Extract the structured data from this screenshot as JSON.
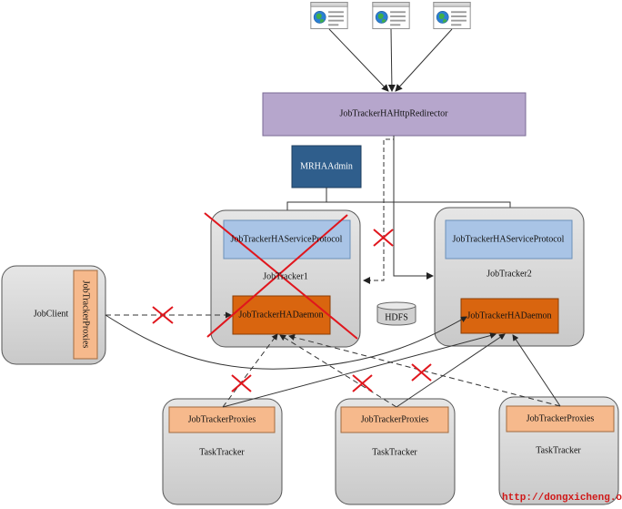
{
  "clients": [
    {
      "name": "web-browser-icon-1"
    },
    {
      "name": "web-browser-icon-2"
    },
    {
      "name": "web-browser-icon-3"
    }
  ],
  "redirector": {
    "label": "JobTrackerHAHttpRedirector",
    "color": "#b6a6cc"
  },
  "admin": {
    "label": "MRHAAdmin",
    "color": "#2f5e8c"
  },
  "jobtracker1": {
    "label": "JobTracker1",
    "protocol": "JobTrackerHAServiceProtocol",
    "daemon": "JobTrackerHADaemon",
    "failed": true
  },
  "jobtracker2": {
    "label": "JobTracker2",
    "protocol": "JobTrackerHAServiceProtocol",
    "daemon": "JobTrackerHADaemon"
  },
  "hdfs": {
    "label": "HDFS"
  },
  "jobclient": {
    "label": "JobClient",
    "proxies": "JobTrackerProxies"
  },
  "tasktrackers": [
    {
      "label": "TaskTracker",
      "proxies": "JobTrackerProxies"
    },
    {
      "label": "TaskTracker",
      "proxies": "JobTrackerProxies"
    },
    {
      "label": "TaskTracker",
      "proxies": "JobTrackerProxies"
    }
  ],
  "watermark": "http://dongxicheng.org",
  "colors": {
    "protocol_box": "#a9c4e6",
    "daemon_box": "#d9650f",
    "proxies_box": "#f6b98c",
    "node_fill": "#d9d9d9",
    "failure_mark": "#e0161d"
  }
}
